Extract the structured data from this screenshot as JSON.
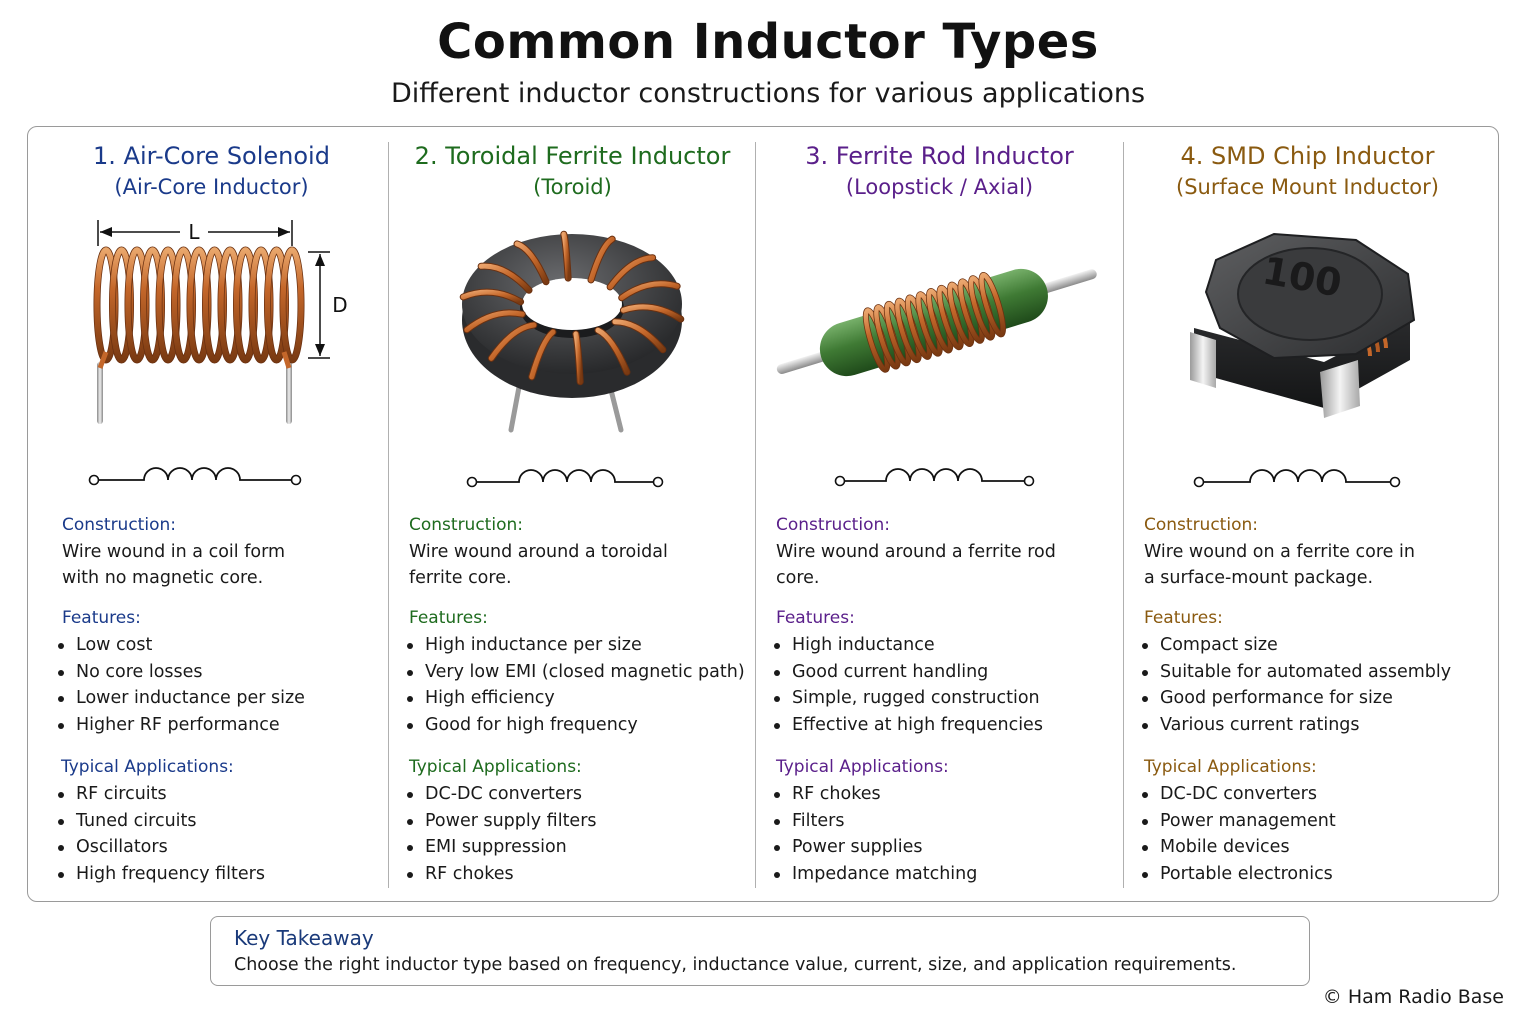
{
  "header": {
    "title": "Common Inductor Types",
    "subtitle": "Different inductor constructions for various applications"
  },
  "columns": [
    {
      "title": "1. Air-Core Solenoid",
      "subtitle": "(Air-Core Inductor)",
      "color": "#1a3a8a",
      "dim_length": "L",
      "dim_diameter": "D",
      "construction_label": "Construction:",
      "construction": [
        "Wire wound in a coil form",
        "with no magnetic core."
      ],
      "features_label": "Features:",
      "features": [
        "Low cost",
        "No core losses",
        "Lower inductance per size",
        "Higher RF performance"
      ],
      "applications_label": "Typical Applications:",
      "applications": [
        "RF circuits",
        "Tuned circuits",
        "Oscillators",
        "High frequency filters"
      ]
    },
    {
      "title": "2. Toroidal Ferrite Inductor",
      "subtitle": "(Toroid)",
      "color": "#1e6b1e",
      "construction_label": "Construction:",
      "construction": [
        "Wire wound around a toroidal",
        "ferrite core."
      ],
      "features_label": "Features:",
      "features": [
        "High inductance per size",
        "Very low EMI (closed magnetic path)",
        "High efficiency",
        "Good for high frequency"
      ],
      "applications_label": "Typical Applications:",
      "applications": [
        "DC-DC converters",
        "Power supply filters",
        "EMI suppression",
        "RF chokes"
      ]
    },
    {
      "title": "3. Ferrite Rod Inductor",
      "subtitle": "(Loopstick / Axial)",
      "color": "#5a1f8a",
      "construction_label": "Construction:",
      "construction": [
        "Wire wound around a ferrite rod",
        "core."
      ],
      "features_label": "Features:",
      "features": [
        "High inductance",
        "Good current handling",
        "Simple, rugged construction",
        "Effective at high frequencies"
      ],
      "applications_label": "Typical Applications:",
      "applications": [
        "RF chokes",
        "Filters",
        "Power supplies",
        "Impedance matching"
      ]
    },
    {
      "title": "4. SMD Chip Inductor",
      "subtitle": "(Surface Mount Inductor)",
      "color": "#8a5a10",
      "chip_marking": "100",
      "construction_label": "Construction:",
      "construction": [
        "Wire wound on a ferrite core in",
        "a surface-mount package."
      ],
      "features_label": "Features:",
      "features": [
        "Compact size",
        "Suitable for automated assembly",
        "Good performance for size",
        "Various current ratings"
      ],
      "applications_label": "Typical Applications:",
      "applications": [
        "DC-DC converters",
        "Power management",
        "Mobile devices",
        "Portable electronics"
      ]
    }
  ],
  "key_takeaway": {
    "title": "Key Takeaway",
    "text": "Choose the right inductor type based on frequency, inductance value, current, size, and application requirements."
  },
  "credit": "© Ham Radio Base",
  "colors": {
    "copper": "#c4672a",
    "copper_dark": "#7a3a12",
    "ferrite_dark": "#3c3d3f",
    "ferrite_green": "#3f7a34"
  }
}
